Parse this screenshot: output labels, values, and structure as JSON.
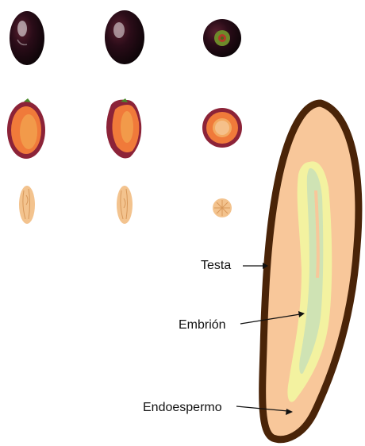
{
  "labels": {
    "testa": "Testa",
    "embrion": "Embrión",
    "endosperm": "Endoespermo"
  },
  "colors": {
    "skin": "#1c0a12",
    "flesh_ring": "#8c2338",
    "flesh": "#f07a3a",
    "pit": "#f3c38e",
    "seed_coat": "#4a2408",
    "endosperm_fill": "#f8c79a",
    "embryo_outer": "#f3f2a0",
    "embryo_inner": "#cfe3b4"
  }
}
